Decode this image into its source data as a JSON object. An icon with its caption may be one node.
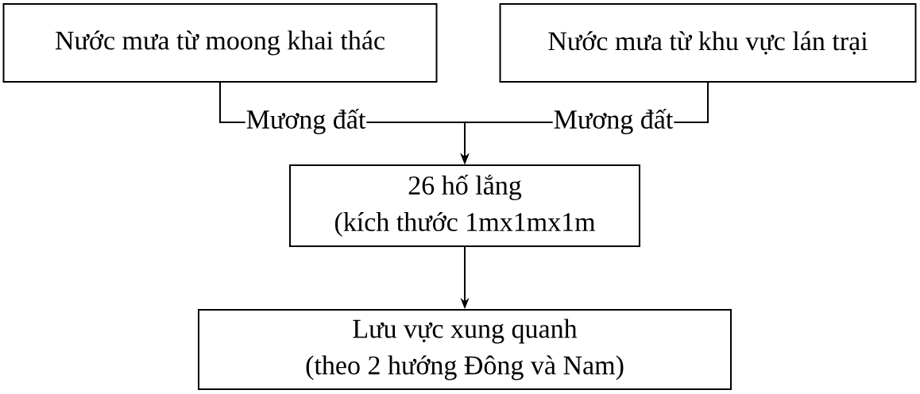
{
  "diagram": {
    "nodes": [
      {
        "text": [
          "Nước mưa từ moong khai thác"
        ]
      },
      {
        "text": [
          "Nước mưa từ khu vực lán trại"
        ]
      },
      {
        "text": [
          "26 hố lắng",
          "(kích thước 1mx1mx1m"
        ]
      },
      {
        "text": [
          "Lưu vực xung quanh",
          "(theo 2 hướng Đông và Nam)"
        ]
      }
    ],
    "edges": [
      {
        "from": 0,
        "to": 2,
        "arrow": "to",
        "label": "Mương đất"
      },
      {
        "from": 1,
        "to": 2,
        "arrow": "to",
        "label": "Mương đất"
      },
      {
        "from": 2,
        "to": 3,
        "arrow": "to"
      }
    ]
  }
}
